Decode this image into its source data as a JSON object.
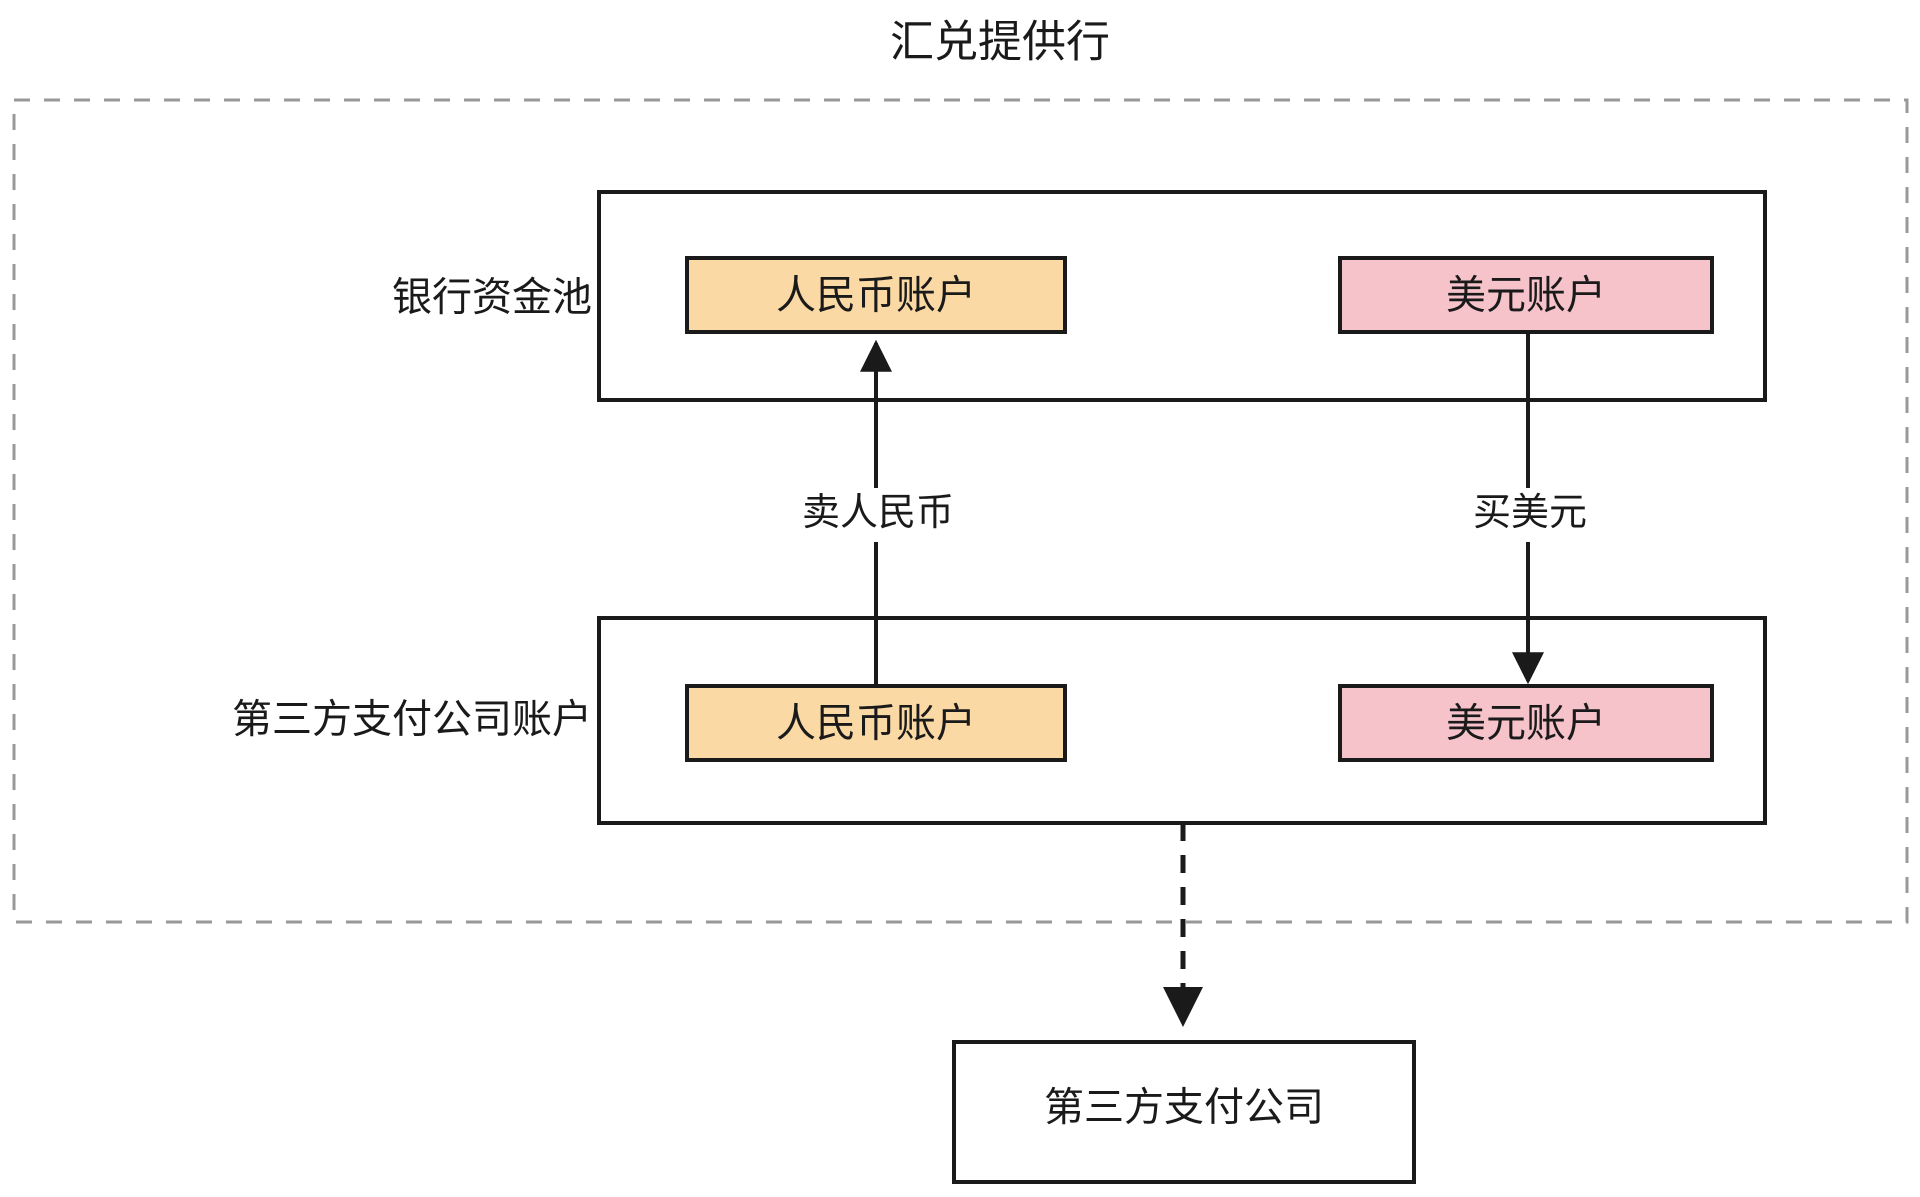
{
  "diagram": {
    "type": "flow-diagram",
    "title": "汇兑提供行",
    "colors": {
      "cny_fill": "#fbd9a5",
      "usd_fill": "#f6c3ca",
      "stroke": "#1a1a1a",
      "container_stroke": "#999999",
      "background": "#ffffff"
    },
    "container": {
      "name": "汇兑提供行",
      "style": "dashed"
    },
    "groups": [
      {
        "id": "bank-pool",
        "label": "银行资金池",
        "nodes": [
          {
            "id": "bank-cny",
            "label": "人民币账户",
            "currency": "CNY",
            "fill": "#fbd9a5"
          },
          {
            "id": "bank-usd",
            "label": "美元账户",
            "currency": "USD",
            "fill": "#f6c3ca"
          }
        ]
      },
      {
        "id": "tpp-accounts",
        "label": "第三方支付公司账户",
        "nodes": [
          {
            "id": "tpp-cny",
            "label": "人民币账户",
            "currency": "CNY",
            "fill": "#fbd9a5"
          },
          {
            "id": "tpp-usd",
            "label": "美元账户",
            "currency": "USD",
            "fill": "#f6c3ca"
          }
        ]
      }
    ],
    "external_nodes": [
      {
        "id": "tpp-company",
        "label": "第三方支付公司",
        "fill": "#ffffff"
      }
    ],
    "edges": [
      {
        "id": "edge-sell-cny",
        "label": "卖人民币",
        "from": "tpp-cny",
        "to": "bank-cny",
        "direction": "up",
        "style": "solid"
      },
      {
        "id": "edge-buy-usd",
        "label": "买美元",
        "from": "bank-usd",
        "to": "tpp-usd",
        "direction": "down",
        "style": "solid"
      },
      {
        "id": "edge-settle",
        "label": "",
        "from": "tpp-accounts",
        "to": "tpp-company",
        "direction": "down",
        "style": "dashed"
      }
    ]
  }
}
